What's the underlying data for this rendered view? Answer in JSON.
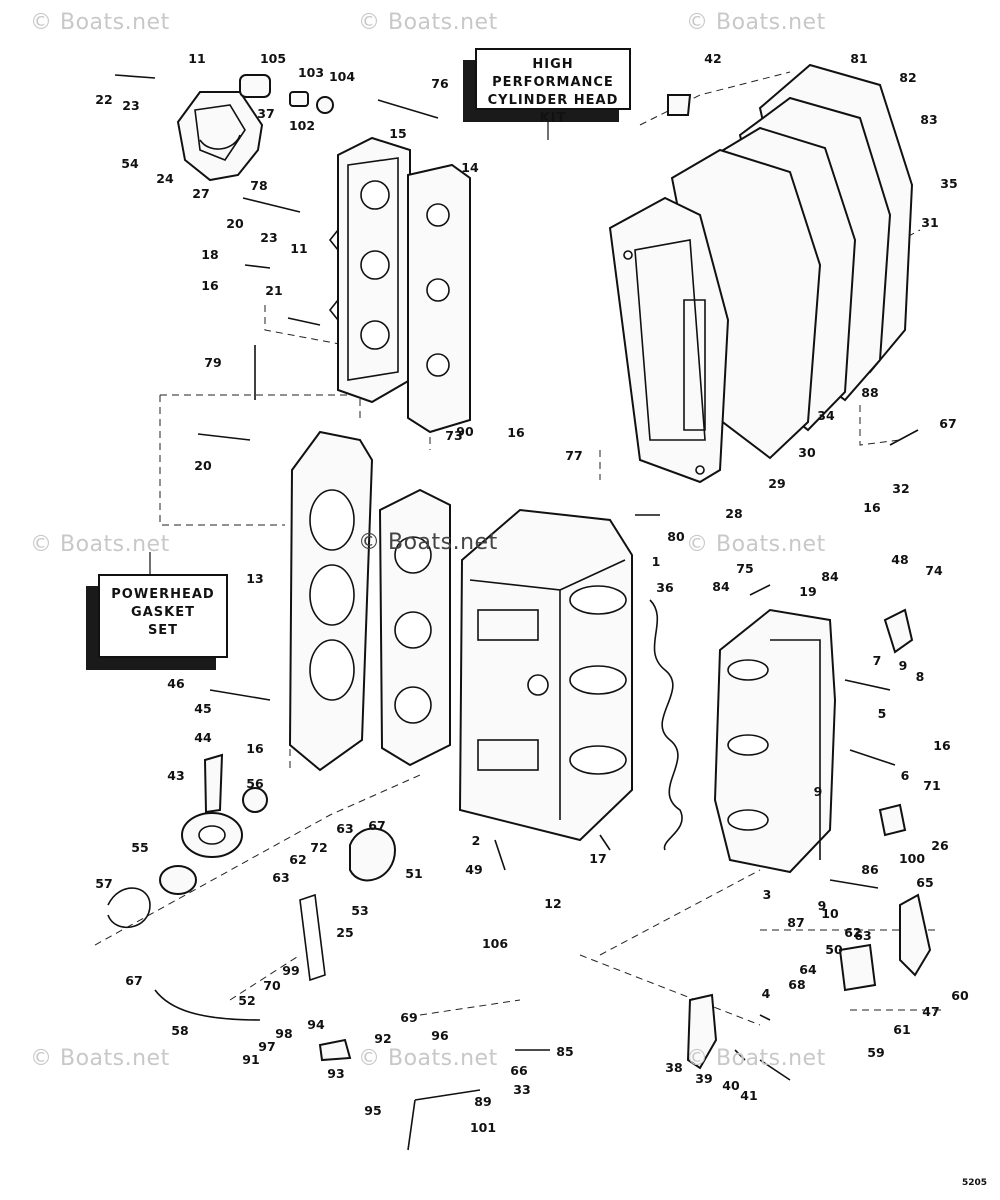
{
  "watermarks": [
    "© Boats.net",
    "© Boats.net",
    "© Boats.net",
    "© Boats.net",
    "© Boats.net",
    "© Boats.net",
    "© Boats.net",
    "© Boats.net",
    "© Boats.net"
  ],
  "kits": {
    "cylinder_head_kit": [
      "HIGH PERFORMANCE",
      "CYLINDER HEAD KIT"
    ],
    "powerhead_gasket_set": [
      "POWERHEAD",
      "GASKET",
      "SET"
    ]
  },
  "drawing_code": "5205",
  "callouts": [
    "1",
    "2",
    "3",
    "4",
    "5",
    "6",
    "7",
    "8",
    "9",
    "9",
    "9",
    "10",
    "11",
    "11",
    "12",
    "13",
    "14",
    "15",
    "16",
    "16",
    "16",
    "16",
    "16",
    "17",
    "18",
    "19",
    "20",
    "20",
    "21",
    "22",
    "23",
    "23",
    "24",
    "25",
    "26",
    "27",
    "28",
    "29",
    "30",
    "31",
    "32",
    "33",
    "34",
    "35",
    "36",
    "37",
    "38",
    "39",
    "40",
    "41",
    "42",
    "43",
    "44",
    "45",
    "46",
    "47",
    "48",
    "49",
    "50",
    "51",
    "52",
    "53",
    "54",
    "55",
    "56",
    "57",
    "58",
    "59",
    "60",
    "61",
    "62",
    "62",
    "63",
    "63",
    "63",
    "64",
    "65",
    "66",
    "67",
    "67",
    "67",
    "68",
    "69",
    "70",
    "71",
    "72",
    "73",
    "74",
    "75",
    "76",
    "77",
    "78",
    "79",
    "80",
    "81",
    "82",
    "83",
    "84",
    "84",
    "85",
    "86",
    "87",
    "88",
    "89",
    "90",
    "91",
    "92",
    "93",
    "94",
    "95",
    "96",
    "97",
    "98",
    "99",
    "100",
    "101",
    "102",
    "103",
    "104",
    "105",
    "106"
  ]
}
